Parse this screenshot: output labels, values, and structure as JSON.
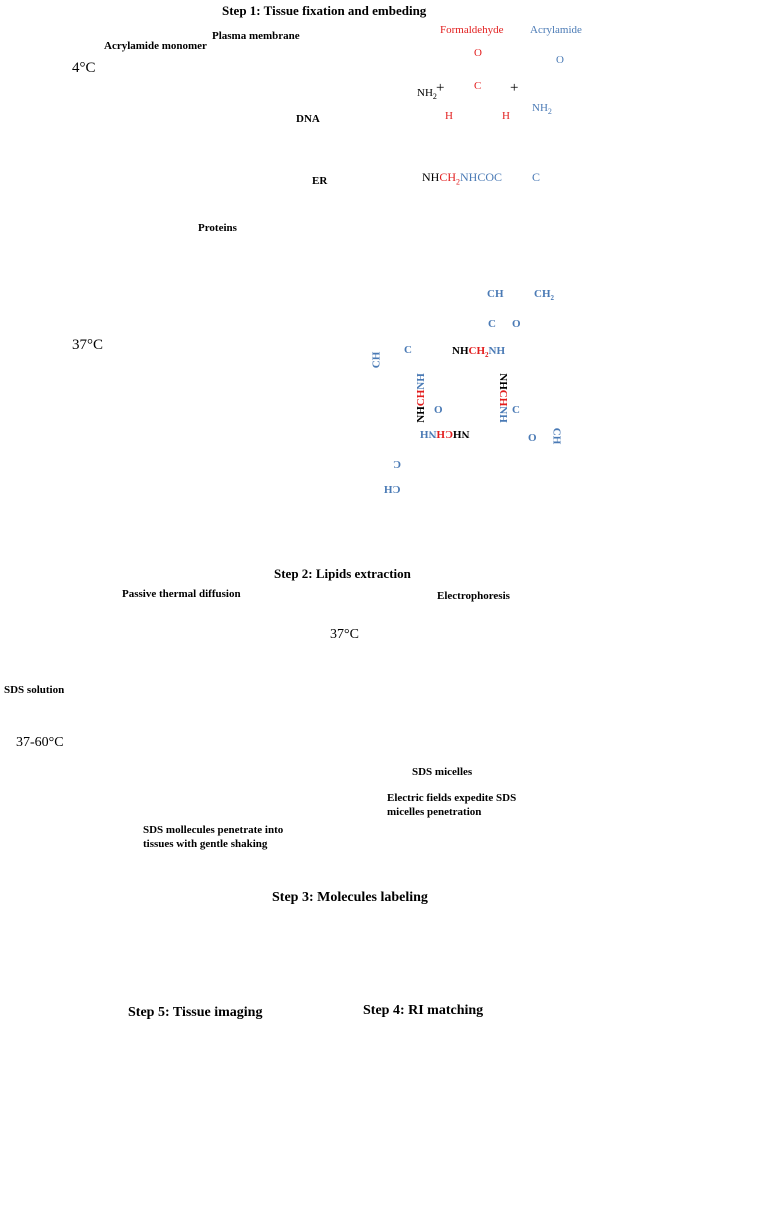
{
  "step1": {
    "title": "Step 1: Tissue fixation and embeding",
    "temp_cold": "4°C",
    "labels": {
      "acrylamide_monomer": "Acrylamide monomer",
      "plasma_membrane": "Plasma membrane",
      "dna": "DNA",
      "er": "ER",
      "proteins": "Proteins"
    },
    "reaction": {
      "formaldehyde": "Formaldehyde",
      "acrylamide": "Acrylamide",
      "nh2": "NH",
      "nh2_sub": "2",
      "plus": "+",
      "o": "O",
      "c": "C",
      "h": "H",
      "acr_nh2": "NH",
      "product_prefix": "NH",
      "product_ch2": "CH",
      "product_ch2_sub": "2",
      "product_suffix": "NHCOC",
      "product_end": "C"
    }
  },
  "gel_step": {
    "temp_warm": "37°C",
    "hydrogel_text": {
      "ch_ch2_top": "CH",
      "ch2_top": "CH",
      "c_o": "C",
      "o": "O",
      "nh": "NH",
      "ch2_red": "CH",
      "ch2_sub": "2"
    }
  },
  "step2": {
    "title": "Step 2: Lipids extraction",
    "passive_title": "Passive thermal diffusion",
    "sds_solution": "SDS solution",
    "temp_range": "37-60°C",
    "passive_caption_1": "SDS mollecules penetrate into",
    "passive_caption_2": "tissues with gentle shaking",
    "electro_title": "Electrophoresis",
    "electro_temp": "37°C",
    "sds_micelles": "SDS micelles",
    "electro_caption_1": "Electric fields expedite SDS",
    "electro_caption_2": "micelles penetration"
  },
  "step3": {
    "title": "Step 3: Molecules labeling"
  },
  "step4": {
    "title": "Step 4: RI matching"
  },
  "step5": {
    "title": "Step 5: Tissue imaging"
  },
  "colors": {
    "arrow_blue": "#4f7ab8",
    "cycle_blue": "#1a6fc0",
    "brain_orange": "#f4a42a",
    "brain_blue": "#3fb0e3",
    "frame_red": "#e02020",
    "hydrogel": "#29a9d8",
    "sds_yellow": "#f0c419",
    "cap_orange": "#f08a1e"
  }
}
